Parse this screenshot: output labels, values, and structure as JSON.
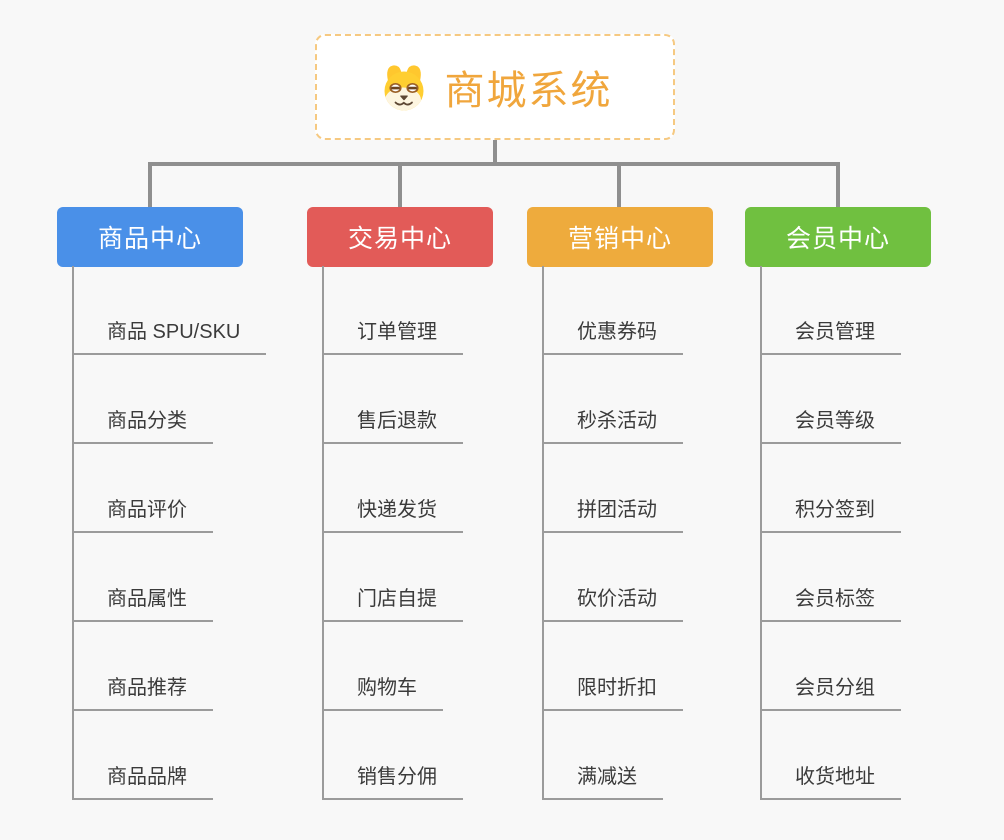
{
  "page": {
    "background": "#f8f8f8",
    "connector_color": "#8f8f8f",
    "underline_color": "#9b9b9b"
  },
  "root": {
    "title": "商城系统",
    "icon": "shiba-dog-icon",
    "text_color": "#f0a63c",
    "border_color": "#f6c981"
  },
  "branches": [
    {
      "label": "商品中心",
      "color": "#4a90e8",
      "children": [
        "商品 SPU/SKU",
        "商品分类",
        "商品评价",
        "商品属性",
        "商品推荐",
        "商品品牌"
      ]
    },
    {
      "label": "交易中心",
      "color": "#e25b58",
      "children": [
        "订单管理",
        "售后退款",
        "快递发货",
        "门店自提",
        "购物车",
        "销售分佣"
      ]
    },
    {
      "label": "营销中心",
      "color": "#eeab3d",
      "children": [
        "优惠券码",
        "秒杀活动",
        "拼团活动",
        "砍价活动",
        "限时折扣",
        "满减送"
      ]
    },
    {
      "label": "会员中心",
      "color": "#70c040",
      "children": [
        "会员管理",
        "会员等级",
        "积分签到",
        "会员标签",
        "会员分组",
        "收货地址"
      ]
    }
  ]
}
